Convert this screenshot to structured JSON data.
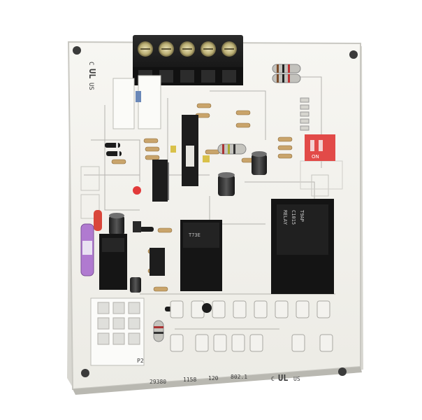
{
  "image": {
    "subject": "furnace-control-circuit-board",
    "colors": {
      "board": "#f4f3ee",
      "board_edge": "#c9c8c2",
      "trace": "#8a8a86",
      "terminal": "#1b1b1b",
      "relay": "#151515",
      "resistor": "#c9a46b",
      "red_component": "#e23a3a",
      "fuse": "#b07ad0"
    }
  },
  "labels": {
    "cert_mark_left": "UL",
    "cert_c_left": "C",
    "cert_us_left": "US",
    "part_number_1": "29380",
    "part_number_2": "1158",
    "part_number_3": "120",
    "part_number_4": "802.1",
    "cert_c_right": "C",
    "cert_mark_right": "UL",
    "cert_us_right": "US",
    "connector_p2": "P2",
    "relay_right_text_1": "T9AP",
    "relay_right_text_2": "C1015",
    "relay_right_text_3": "RELAY",
    "relay_mid_text": "T73E",
    "dip_switch_text": "ON"
  }
}
